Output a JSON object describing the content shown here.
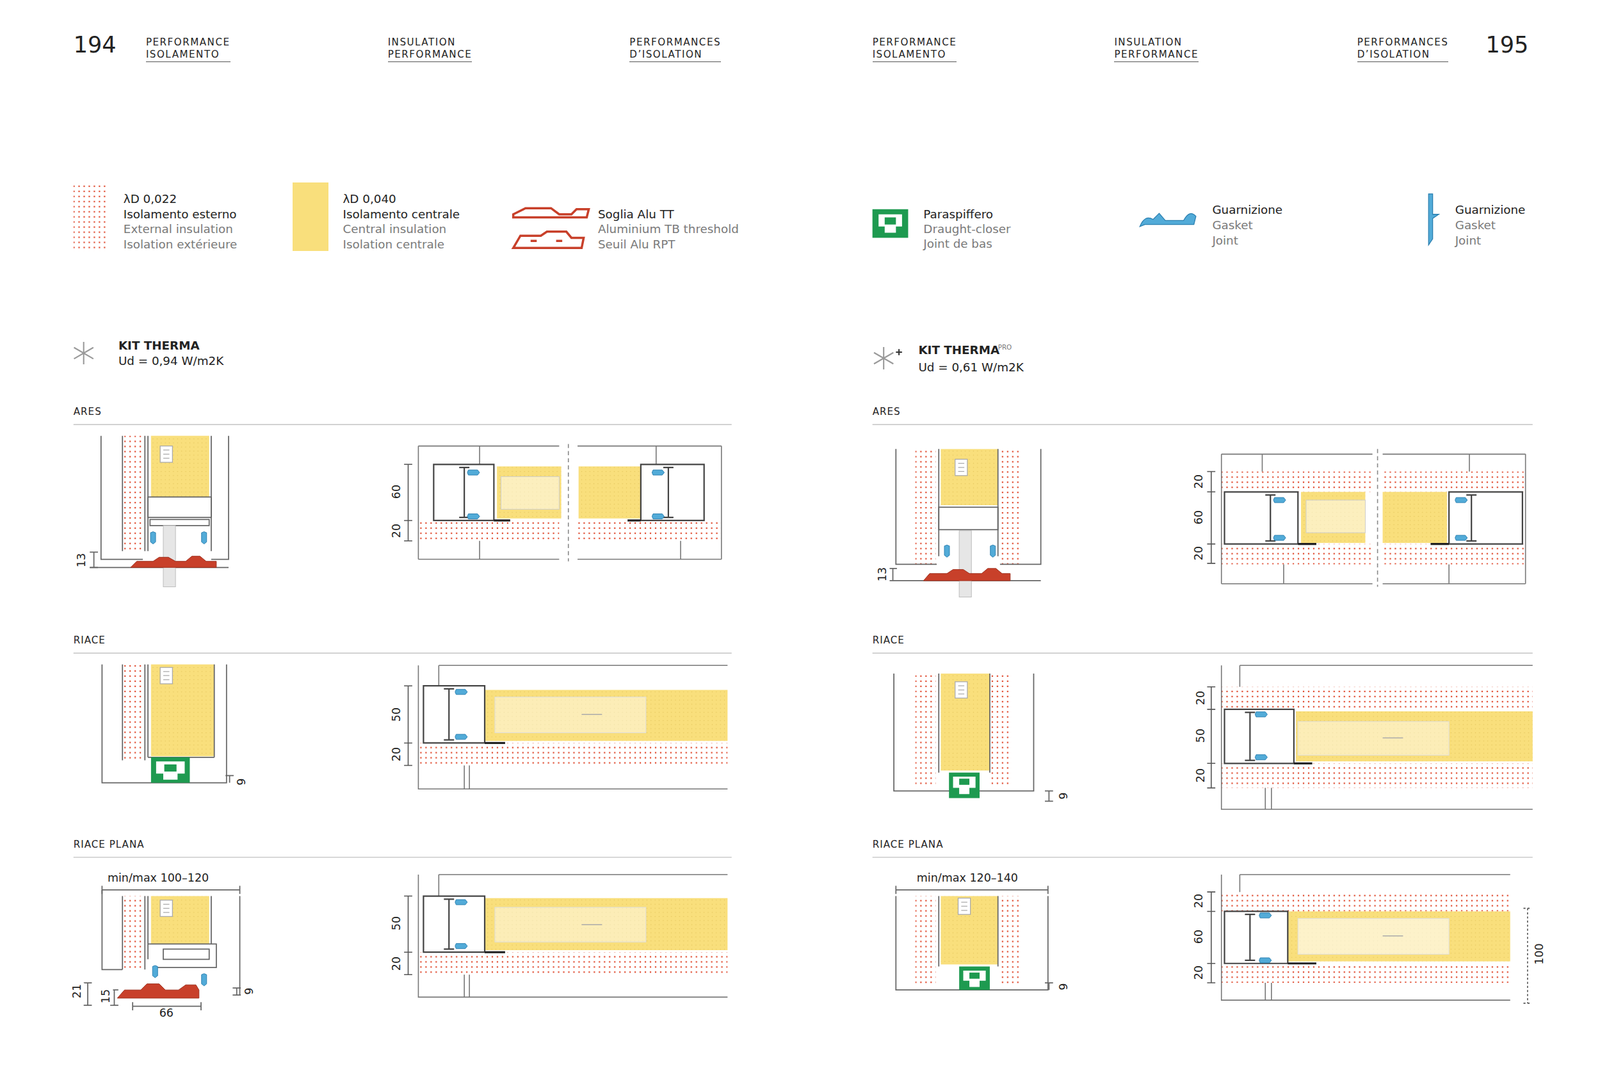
{
  "diagram": {
    "labels": [
      "194",
      "PERFORMANCE ISOLAMENTO",
      "INSULATION PERFORMANCE",
      "PERFORMANCES D’ISOLATION",
      "PERFORMANCE ISOLAMENTO",
      "INSULATION PERFORMANCE",
      "PERFORMANCES D’ISOLATION",
      "195",
      "λD 0,022",
      "External insulation",
      "Isolation extérieure",
      "λD 0,040",
      "Central insulation",
      "Isolation centrale",
      "Aluminium TB threshold",
      "Seuil Alu RPT",
      "Draught-closer",
      "Joint de bas",
      "Gasket",
      "Joint",
      "Gasket",
      "Joint",
      "KIT THERMA",
      "Ud = 0,94 W/m2K",
      "KIT THERMA",
      "PRO",
      "Ud = 0,61 W/m2K",
      "ARES",
      "RIACE",
      "RIACE PLANA",
      "ARES",
      "RIACE",
      "RIACE PLANA",
      "13",
      "60",
      "20",
      "6",
      "50",
      "20",
      "min/max 100–120",
      "21",
      "15",
      "6",
      "66",
      "50",
      "20",
      "13",
      "20",
      "60",
      "20",
      "6",
      "20",
      "50",
      "20",
      "min/max 120–140",
      "6",
      "20",
      "60",
      "20",
      "100"
    ],
    "legend": [
      {
        "text": "Isolamento esterno"
      },
      {
        "text": "Isolamento centrale",
        "color": "#f9df7c"
      },
      {
        "text": "Soglia Alu TT"
      },
      {
        "text": "Paraspiffero"
      },
      {
        "text": "Guarnizione"
      },
      {
        "text": "Guarnizione"
      }
    ]
  }
}
